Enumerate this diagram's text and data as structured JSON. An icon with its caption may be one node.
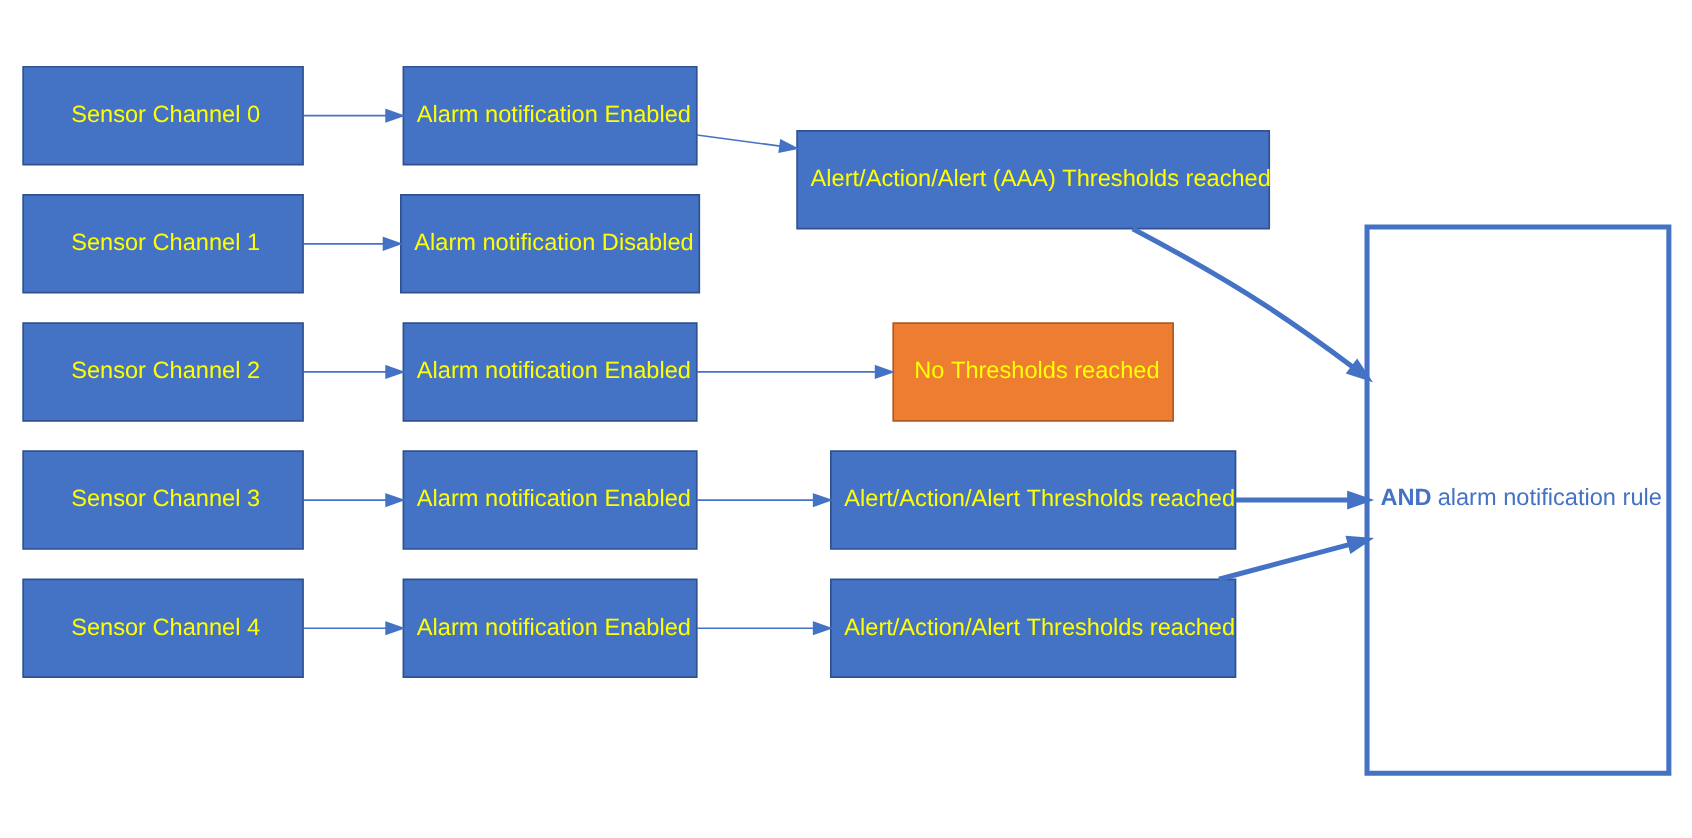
{
  "diagram": {
    "nodes": [
      {
        "text": [
          "Sensor Channel 0"
        ]
      },
      {
        "text": [
          "Sensor Channel 1"
        ]
      },
      {
        "text": [
          "Sensor Channel 2"
        ]
      },
      {
        "text": [
          "Sensor Channel 3"
        ]
      },
      {
        "text": [
          "Sensor Channel 4"
        ]
      },
      {
        "text": [
          "Alarm notification Enabled"
        ]
      },
      {
        "text": [
          "Alarm notification Disabled"
        ]
      },
      {
        "text": [
          "Alarm notification Enabled"
        ]
      },
      {
        "text": [
          "Alarm notification Enabled"
        ]
      },
      {
        "text": [
          "Alarm notification Enabled"
        ]
      },
      {
        "text": [
          "Alert/Action/Alert (AAA) Thresholds reached"
        ]
      },
      {
        "text": [
          "No Thresholds reached"
        ]
      },
      {
        "text": [
          "Alert/Action/Alert Thresholds reached"
        ]
      },
      {
        "text": [
          "Alert/Action/Alert Thresholds reached"
        ]
      },
      {
        "text": [
          "**AND** alarm notification rule"
        ]
      }
    ],
    "edges": [
      {
        "from": 0,
        "to": 5,
        "arrow": "to"
      },
      {
        "from": 5,
        "to": 10,
        "arrow": "to"
      },
      {
        "from": 1,
        "to": 6,
        "arrow": "to"
      },
      {
        "from": 2,
        "to": 7,
        "arrow": "to"
      },
      {
        "from": 7,
        "to": 11,
        "arrow": "to"
      },
      {
        "from": 3,
        "to": 8,
        "arrow": "to"
      },
      {
        "from": 8,
        "to": 12,
        "arrow": "to"
      },
      {
        "from": 4,
        "to": 9,
        "arrow": "to"
      },
      {
        "from": 9,
        "to": 13,
        "arrow": "to"
      },
      {
        "from": 10,
        "to": 14,
        "arrow": "to",
        "style": "thick"
      },
      {
        "from": 12,
        "to": 14,
        "arrow": "to",
        "style": "thick"
      },
      {
        "from": 13,
        "to": 14,
        "arrow": "to",
        "style": "thick"
      }
    ]
  }
}
